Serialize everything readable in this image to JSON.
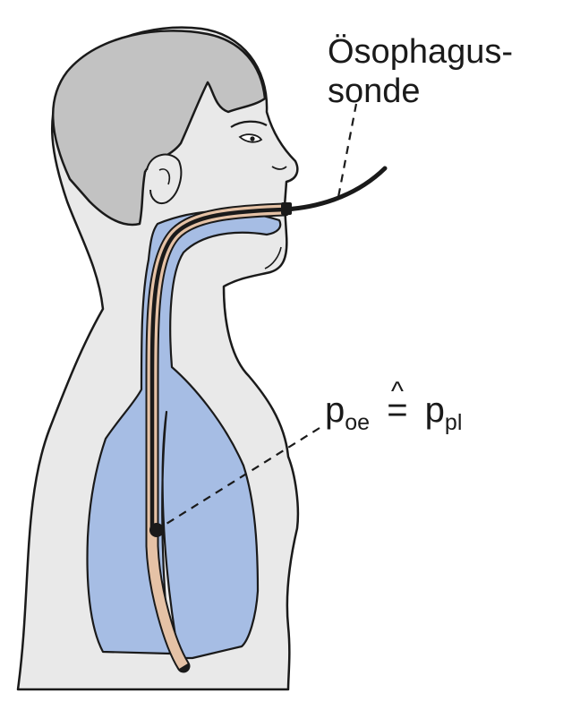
{
  "labels": {
    "probe_line1": "Ösophagus-",
    "probe_line2": "sonde",
    "pressure": {
      "p1_base": "p",
      "p1_sub": "oe",
      "relation": "=",
      "relation_hat": "^",
      "p2_base": "p",
      "p2_sub": "pl"
    }
  },
  "colors": {
    "skin": "#e9e9e9",
    "hair": "#c2c2c2",
    "lungs": "#a6bde4",
    "esophagus": "#e5c2a6",
    "outline": "#1a1a1a"
  }
}
